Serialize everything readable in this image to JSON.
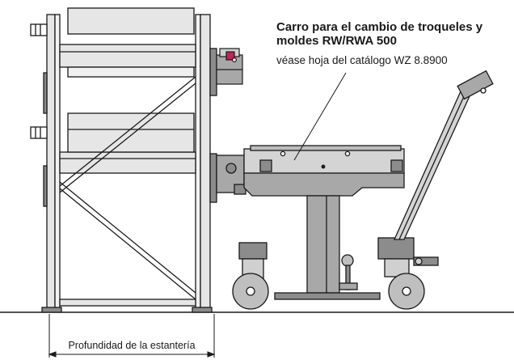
{
  "callout": {
    "title_line1": "Carro para el cambio de troqueles y",
    "title_line2": "moldes RW/RWA 500",
    "subtitle": "véase hoja del catálogo WZ 8.8900"
  },
  "dimension": {
    "label": "Profundidad de la estantería"
  },
  "colors": {
    "frame_fill": "#e6e6e6",
    "dark_fill": "#8c8c8c",
    "mid_fill": "#a8a8a8",
    "wheel_fill": "#bfbfbf",
    "stroke": "#1a1a1a",
    "accent": "#c0245c"
  }
}
